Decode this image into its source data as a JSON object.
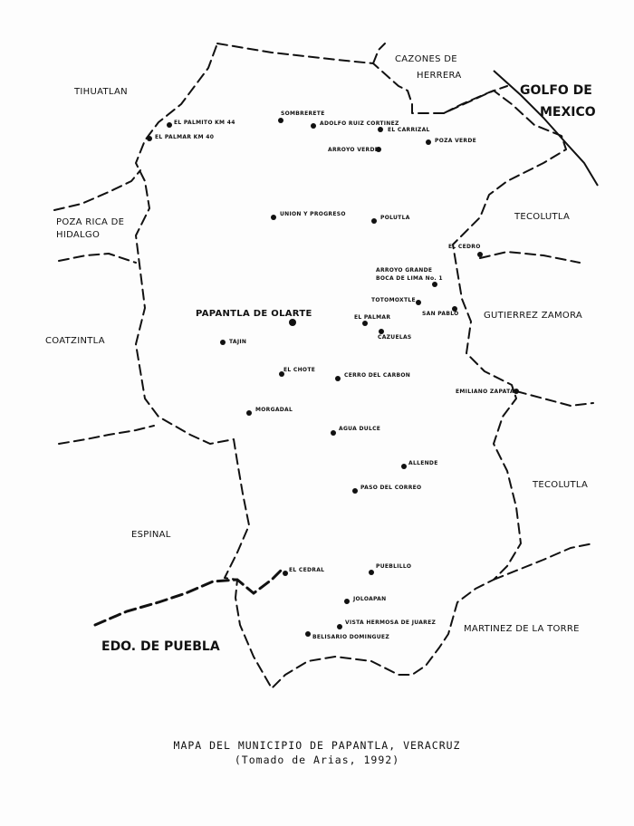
{
  "caption": {
    "title": "MAPA DEL MUNICIPIO DE PAPANTLA, VERACRUZ",
    "source": "(Tomado de Arias, 1992)"
  },
  "neighbors": {
    "tihuatlan": "TIHUATLAN",
    "cazones": "CAZONES DE",
    "herrera": "HERRERA",
    "golfo": "GOLFO DE",
    "mexico": "MEXICO",
    "tecolutla_n": "TECOLUTLA",
    "poza_rica": "POZA RICA DE",
    "hidalgo": "HIDALGO",
    "gutierrez": "GUTIERREZ ZAMORA",
    "coatzintla": "COATZINTLA",
    "tecolutla_s": "TECOLUTLA",
    "espinal": "ESPINAL",
    "martinez": "MARTINEZ DE LA TORRE",
    "puebla": "EDO. DE PUEBLA"
  },
  "towns": {
    "el_palmito": "EL PALMITO KM 44",
    "el_palmar_km": "EL PALMAR KM 40",
    "sombrerete": "SOMBRERETE",
    "adolfo": "ADOLFO RUIZ CORTINEZ",
    "el_carrizal": "EL CARRIZAL",
    "arroyo_verde": "ARROYO VERDE",
    "poza_verde": "POZA VERDE",
    "union": "UNION Y PROGRESO",
    "polutla": "POLUTLA",
    "el_cedro": "EL CEDRO",
    "arroyo_grande": "ARROYO GRANDE",
    "boca_de_lima": "BOCA DE LIMA No. 1",
    "totomoxtle": "TOTOMOXTLE",
    "san_pablo": "SAN PABLO",
    "papantla": "PAPANTLA DE OLARTE",
    "el_palmar": "EL PALMAR",
    "cazuelas": "CAZUELAS",
    "tajin": "TAJIN",
    "el_chote": "EL CHOTE",
    "cerro_carbon": "CERRO DEL CARBON",
    "emiliano": "EMILIANO ZAPATA",
    "morgadal": "MORGADAL",
    "agua_dulce": "AGUA DULCE",
    "allende": "ALLENDE",
    "paso_correo": "PASO DEL CORREO",
    "el_cedral": "EL CEDRAL",
    "pueblillo": "PUEBLILLO",
    "joloapan": "JOLOAPAN",
    "vista_hermosa": "VISTA HERMOSA DE JUAREZ",
    "belisario": "BELISARIO DOMINGUEZ"
  }
}
